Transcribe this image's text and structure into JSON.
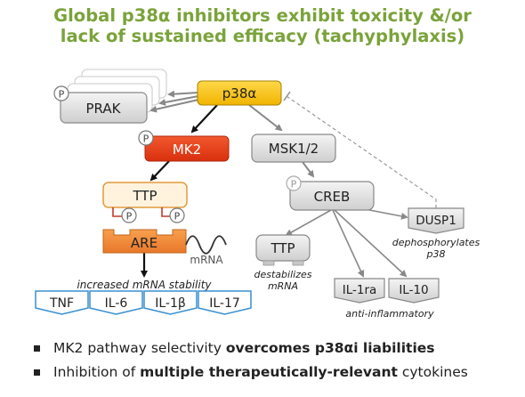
{
  "title": {
    "line1": "Global p38α inhibitors exhibit toxicity &/or",
    "line2": "lack of sustained efficacy (tachyphylaxis)"
  },
  "nodes": {
    "p38a": "p38α",
    "prak": "PRAK",
    "mk2": "MK2",
    "msk": "MSK1/2",
    "ttp_left": "TTP",
    "are": "ARE",
    "mrna": "mRNA",
    "creb": "CREB",
    "dusp1": "DUSP1",
    "ttp_right": "TTP",
    "il1ra": "IL-1ra",
    "il10": "IL-10"
  },
  "phospho_label": "P",
  "annotations": {
    "increased_stability": "increased mRNA stability",
    "destabilizes_1": "destabilizes",
    "destabilizes_2": "mRNA",
    "dephos_1": "dephosphorylates",
    "dephos_2": "p38",
    "anti_inflammatory": "anti-inflammatory"
  },
  "cytokines": [
    "TNF",
    "IL-6",
    "IL-1β",
    "IL-17"
  ],
  "bullets": [
    {
      "normal": "MK2 pathway selectivity ",
      "bold": "overcomes p38αi liabilities",
      "after": ""
    },
    {
      "normal": "Inhibition of ",
      "bold": "multiple therapeutically-relevant",
      "after": " cytokines"
    }
  ],
  "colors": {
    "title": "#7aa33a",
    "p38a_fill": "#f5c518",
    "mk2_fill": "#e8401c",
    "ttp_fill": "#fff2dc",
    "ttp_border": "#e29a3c",
    "are_fill": "#f08a36",
    "grey_fill": "#dcdcdc",
    "cytokine_border": "#3a8fd0"
  }
}
